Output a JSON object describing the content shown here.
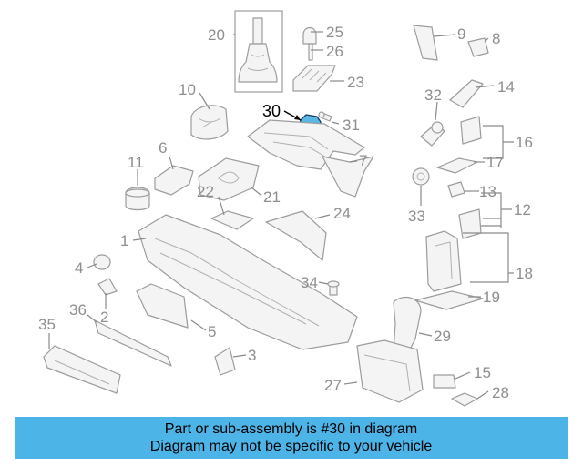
{
  "diagram": {
    "highlighted_part": "30",
    "highlight_color": "#5ab8e6",
    "callouts": [
      "1",
      "2",
      "3",
      "4",
      "5",
      "6",
      "7",
      "8",
      "9",
      "10",
      "11",
      "12",
      "13",
      "14",
      "15",
      "16",
      "17",
      "18",
      "19",
      "20",
      "21",
      "22",
      "23",
      "24",
      "25",
      "26",
      "27",
      "28",
      "29",
      "30",
      "31",
      "32",
      "33",
      "34",
      "35",
      "36"
    ]
  },
  "banner": {
    "line1": "Part or sub-assembly is #30 in diagram",
    "line2": "Diagram may not be specific to your vehicle",
    "color": "#4cb4e6"
  }
}
